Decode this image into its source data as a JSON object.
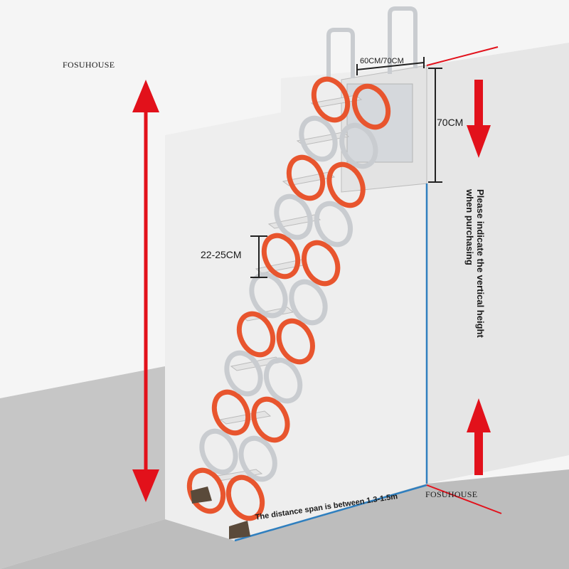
{
  "brand": {
    "top": "FOSUHOUSE",
    "bottom": "FOSUHOUSE"
  },
  "dimensions": {
    "width": "60CM/70CM",
    "depth": "70CM",
    "step_spacing": "22-25CM"
  },
  "notes": {
    "vertical_height": "Please indicate the vertical height\nwhen purchasing",
    "span": "The distance span is between 1.3-1.5m"
  },
  "colors": {
    "arrow_red": "#e2111b",
    "ladder_orange": "#e8552e",
    "ladder_silver": "#c9ccd0",
    "guide_blue": "#2f7fbf",
    "wall": "#efefef",
    "floor": "#c2c2c2"
  },
  "icons": [
    "height-arrow-icon",
    "up-arrow-icon",
    "down-arrow-icon",
    "dimension-bracket-icon"
  ]
}
